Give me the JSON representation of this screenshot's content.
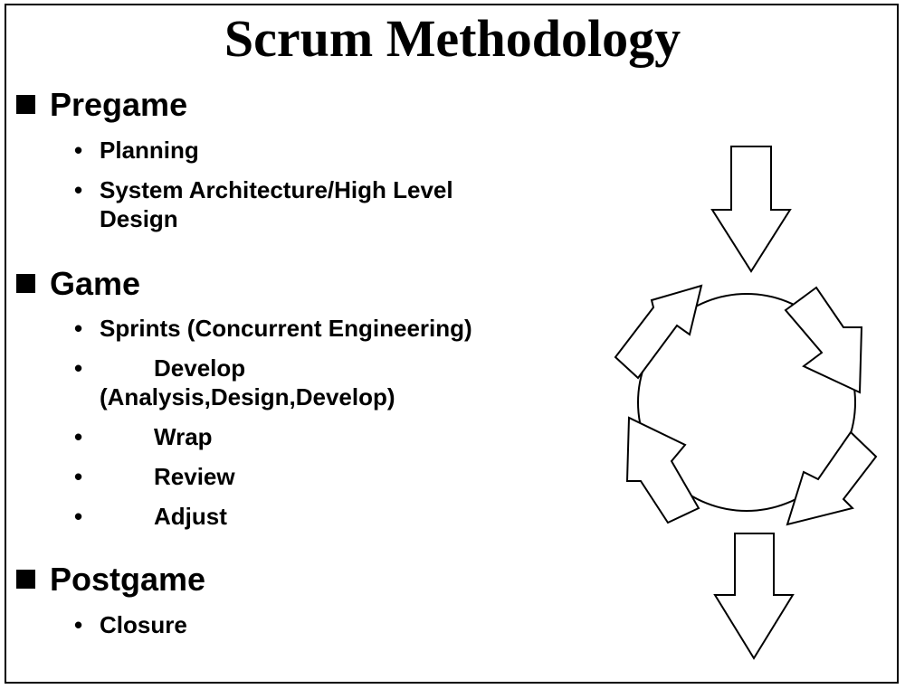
{
  "title": "Scrum Methodology",
  "bullet_glyph": "•",
  "sections": {
    "pregame": {
      "label": "Pregame",
      "items": [
        "Planning",
        "System Architecture/High Level",
        "Design"
      ]
    },
    "game": {
      "label": "Game",
      "items": [
        "Sprints (Concurrent Engineering)",
        "Develop",
        "(Analysis,Design,Develop)",
        "Wrap",
        "Review",
        "Adjust"
      ]
    },
    "postgame": {
      "label": "Postgame",
      "items": [
        "Closure"
      ]
    }
  },
  "diagram": {
    "stroke_color": "#000000",
    "fill_color": "#ffffff",
    "icons": [
      "arrow-in-icon",
      "cycle-circle-icon",
      "cycle-arrow-icon",
      "arrow-out-icon"
    ]
  }
}
